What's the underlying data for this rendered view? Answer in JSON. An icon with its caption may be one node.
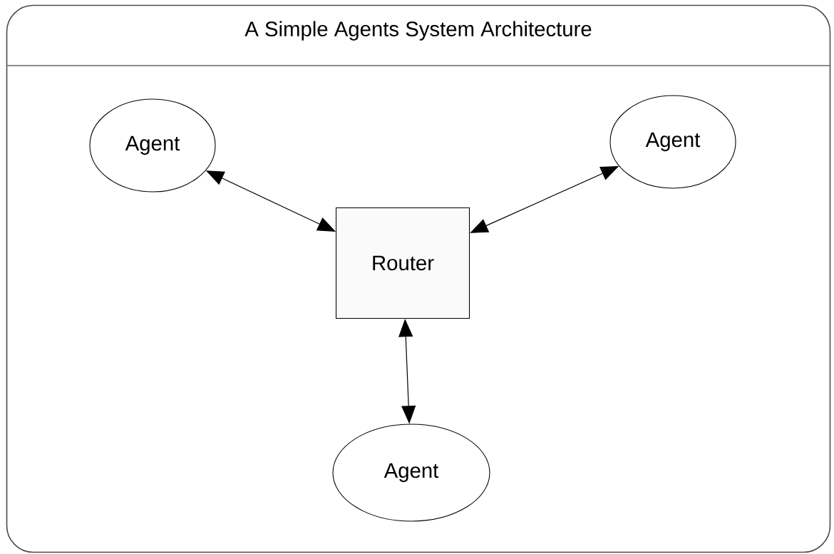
{
  "diagram": {
    "nodes": [
      {
        "text": [
          "A Simple Agents System Architecture"
        ]
      },
      {
        "text": [
          "Agent"
        ],
        "in": 0
      },
      {
        "text": [
          "Agent"
        ],
        "in": 0
      },
      {
        "text": [
          "Router"
        ],
        "in": 0
      },
      {
        "text": [
          "Agent"
        ],
        "in": 0
      }
    ],
    "edges": [
      {
        "from": 1,
        "to": 3,
        "arrow": "both"
      },
      {
        "from": 2,
        "to": 3,
        "arrow": "both"
      },
      {
        "from": 3,
        "to": 4,
        "arrow": "both"
      }
    ]
  }
}
